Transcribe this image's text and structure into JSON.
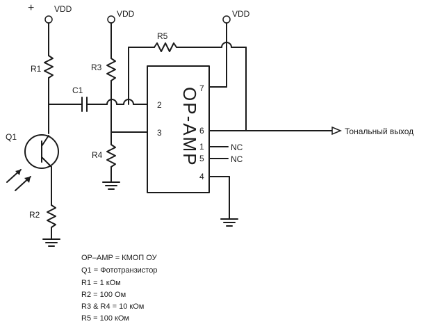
{
  "supply": {
    "plus_sign": "+",
    "vdd_label": "VDD"
  },
  "components": {
    "r1": "R1",
    "r2": "R2",
    "r3": "R3",
    "r4": "R4",
    "r5": "R5",
    "c1": "C1",
    "q1": "Q1"
  },
  "opamp": {
    "title": "OP-AMP",
    "pins": {
      "p1": "1",
      "p2": "2",
      "p3": "3",
      "p4": "4",
      "p5": "5",
      "p6": "6",
      "p7": "7"
    },
    "nc_label": "NC"
  },
  "output": {
    "label": "Тональный выход"
  },
  "legend": {
    "lines": [
      "OP–AMP = КМОП ОУ",
      "Q1 = Фототранзистор",
      "R1 = 1 кОм",
      "R2 = 100 Ом",
      "R3 & R4 = 10 кОм",
      "R5 = 100 кОм"
    ]
  }
}
